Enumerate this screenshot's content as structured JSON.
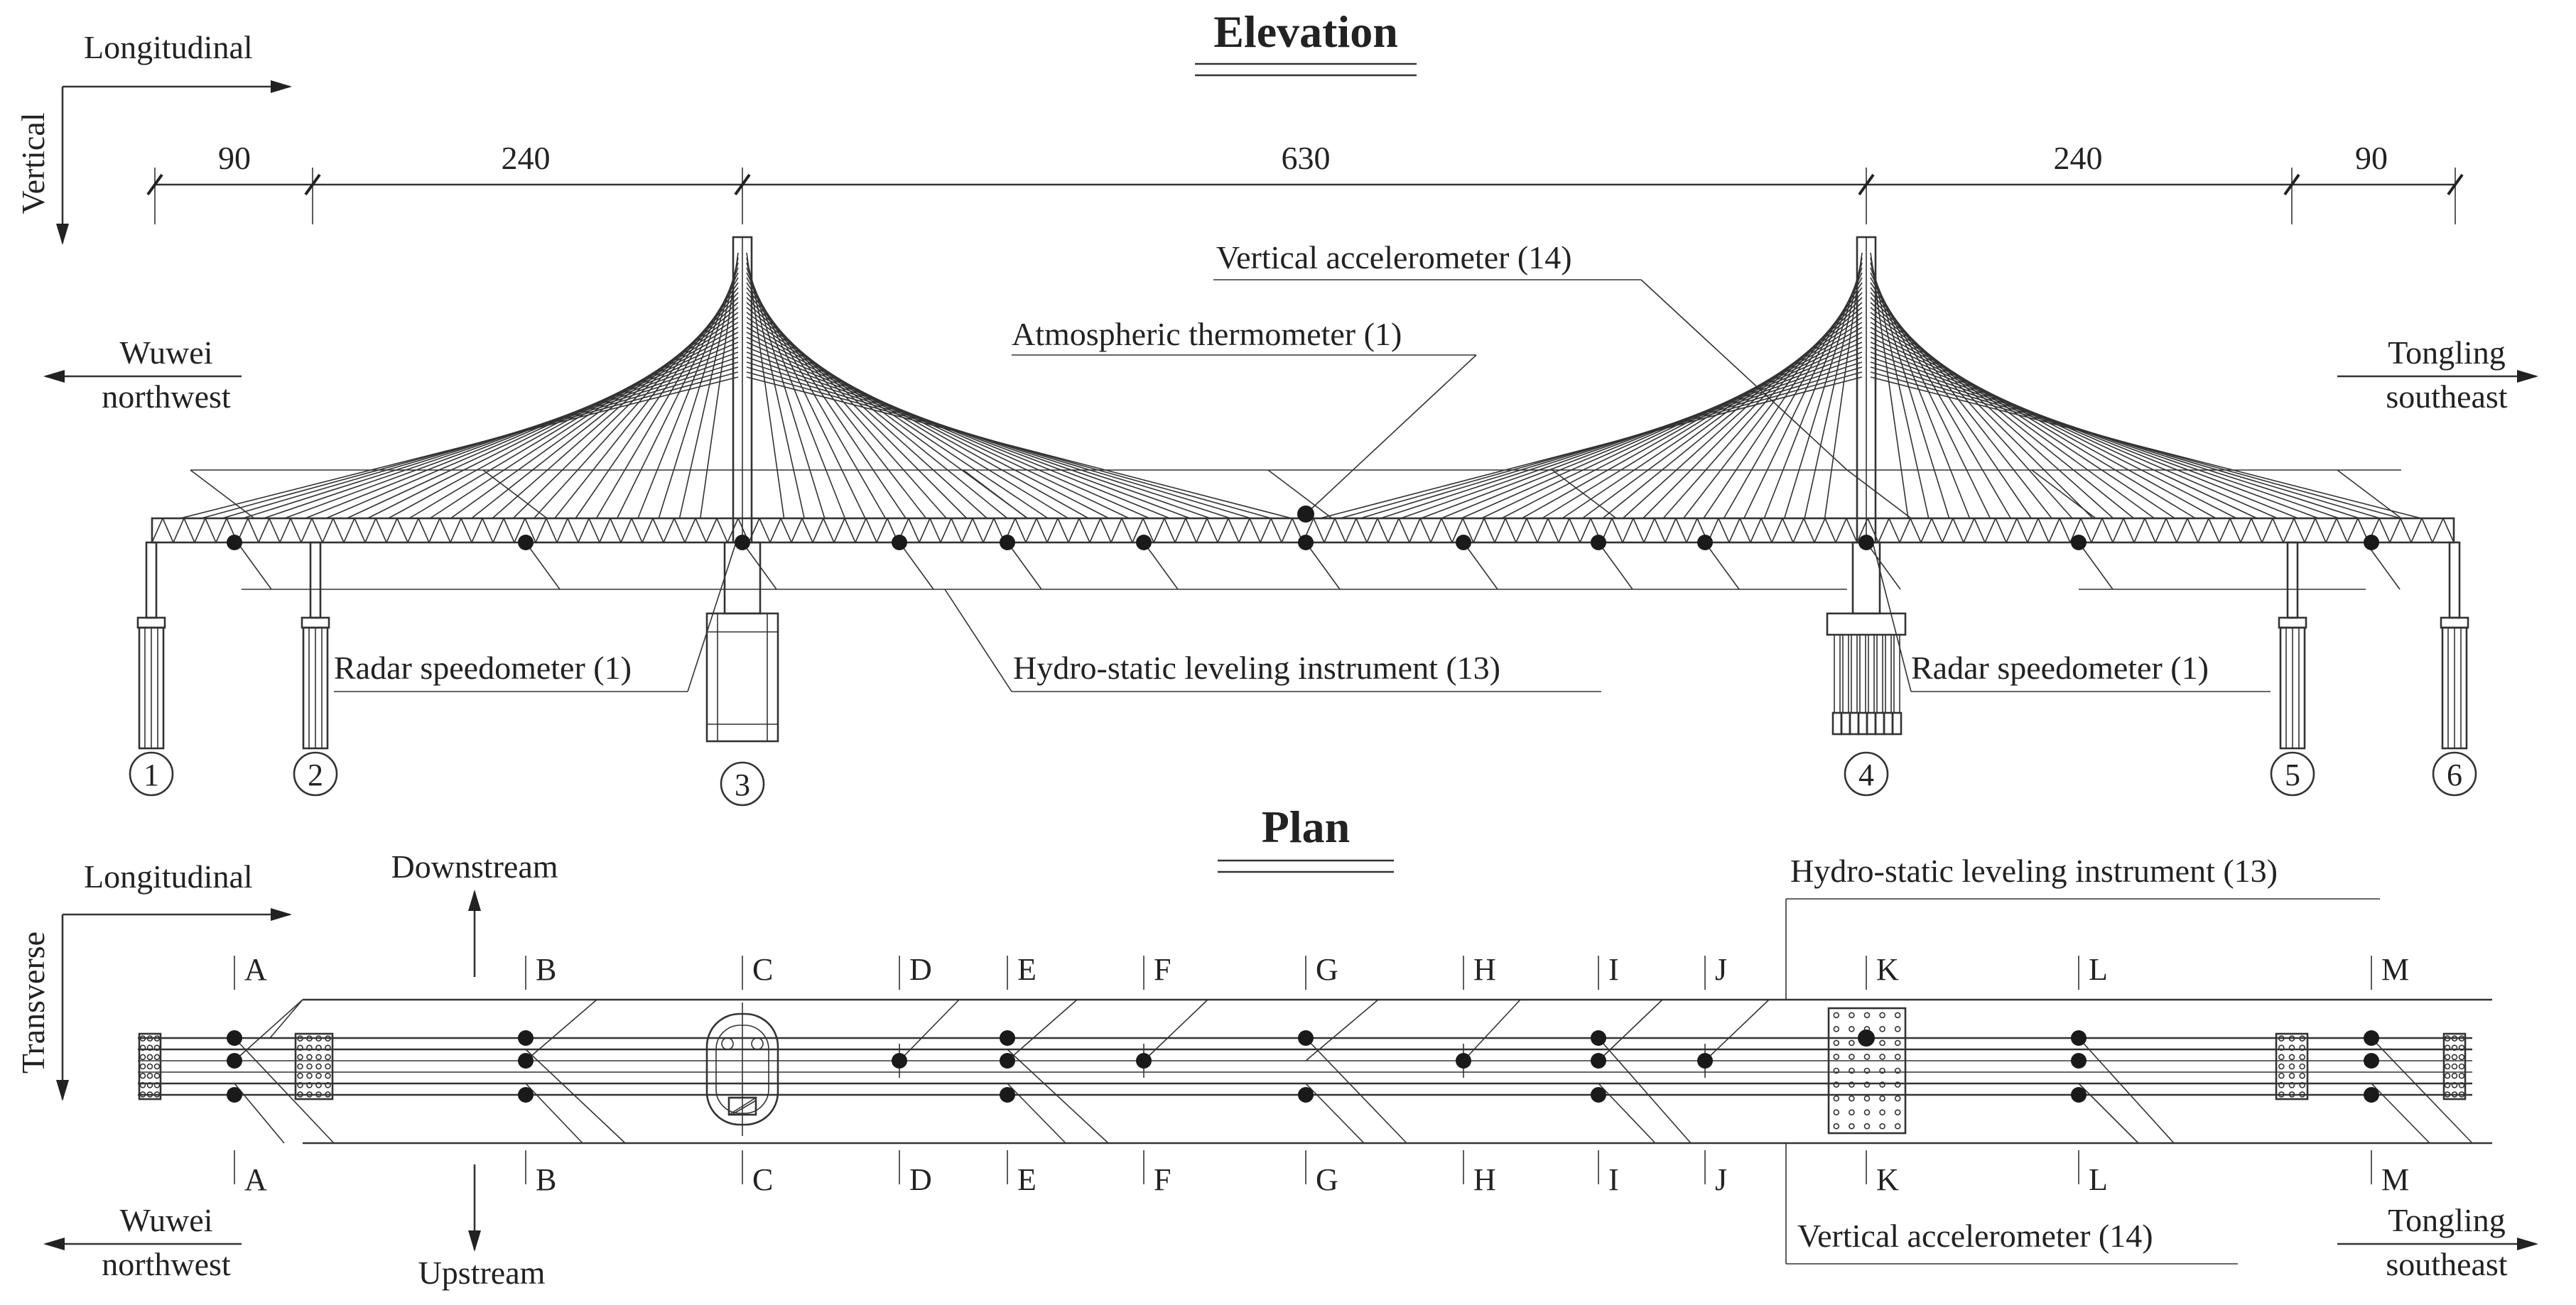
{
  "elevation": {
    "title": "Elevation",
    "axes": {
      "horizontal": "Longitudinal",
      "vertical": "Vertical"
    },
    "spans": [
      "90",
      "240",
      "630",
      "240",
      "90"
    ],
    "left_end": {
      "line1": "Wuwei",
      "line2": "northwest"
    },
    "right_end": {
      "line1": "Tongling",
      "line2": "southeast"
    },
    "labels": {
      "vertical_accelerometer": "Vertical accelerometer (14)",
      "atmospheric_thermometer": "Atmospheric thermometer (1)",
      "radar_left": "Radar speedometer (1)",
      "radar_right": "Radar speedometer (1)",
      "hydrostatic": "Hydro-static leveling instrument (13)"
    },
    "piers": [
      "1",
      "2",
      "3",
      "4",
      "5",
      "6"
    ]
  },
  "plan": {
    "title": "Plan",
    "axes": {
      "horizontal": "Longitudinal",
      "vertical": "Transverse"
    },
    "downstream": "Downstream",
    "upstream": "Upstream",
    "left_end": {
      "line1": "Wuwei",
      "line2": "northwest"
    },
    "right_end": {
      "line1": "Tongling",
      "line2": "southeast"
    },
    "labels": {
      "hydrostatic": "Hydro-static leveling instrument (13)",
      "vertical_accelerometer": "Vertical accelerometer (14)"
    },
    "sections": [
      "A",
      "B",
      "C",
      "D",
      "E",
      "F",
      "G",
      "H",
      "I",
      "J",
      "K",
      "L",
      "M"
    ]
  }
}
